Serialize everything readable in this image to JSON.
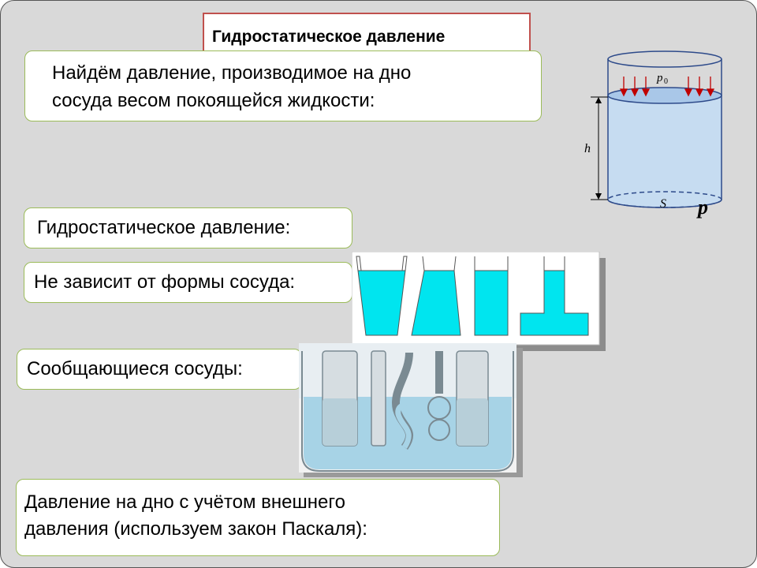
{
  "slide": {
    "title": "Гидростатическое давление",
    "boxes": {
      "find_line1": "Найдём давление,  производимое на дно",
      "find_line2": "сосуда весом покоящейся жидкости:",
      "hydro": "Гидростатическое давление:",
      "shape": "Не зависит от формы сосуда:",
      "communicating": "Сообщающиеся сосуды:",
      "pascal_line1": "Давление на дно с учётом внешнего",
      "pascal_line2": "давления (используем закон Паскаля):"
    },
    "cylinder": {
      "label_p0": "p",
      "label_p0_sub": "0",
      "label_h": "h",
      "label_S": "S",
      "label_p": "p"
    }
  },
  "colors": {
    "slide_bg": "#d9d9d9",
    "title_border": "#c0504d",
    "box_border": "#9bbb59",
    "water_cyan": "#00e5ef",
    "cylinder_fill": "#c6dcf1",
    "cylinder_stroke": "#2d4a8a",
    "arrow": "#c00000"
  }
}
